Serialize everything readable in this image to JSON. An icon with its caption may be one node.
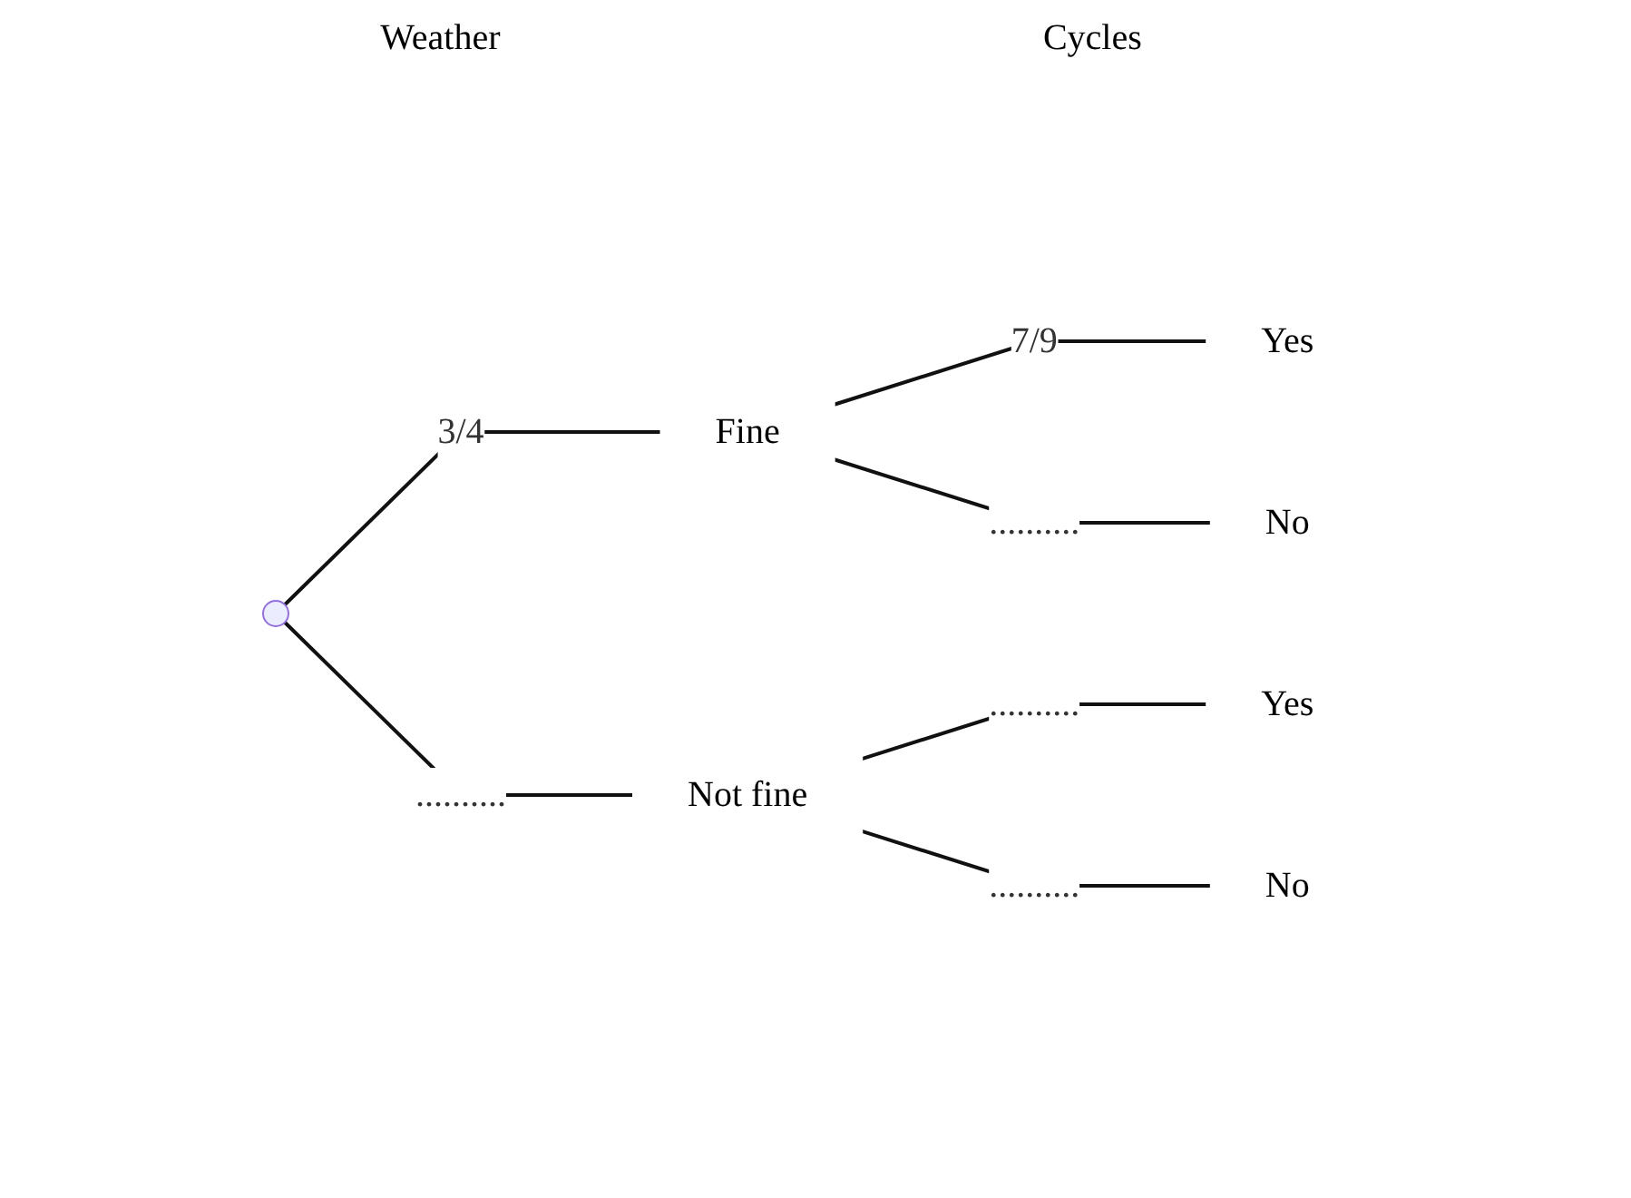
{
  "diagram": {
    "nodes": [
      {
        "text": [],
        "shape": "point"
      },
      {
        "text": [
          "Fine"
        ]
      },
      {
        "text": [
          "Not fine"
        ]
      },
      {
        "text": [
          "Yes"
        ]
      },
      {
        "text": [
          "No"
        ]
      },
      {
        "text": [
          "Yes"
        ]
      },
      {
        "text": [
          "No"
        ]
      }
    ],
    "edges": [
      {
        "from": 0,
        "to": 1,
        "arrow": "none",
        "label": "3/4"
      },
      {
        "from": 0,
        "to": 2,
        "arrow": "none",
        "label": ".........."
      },
      {
        "from": 1,
        "to": 3,
        "arrow": "none",
        "label": "7/9"
      },
      {
        "from": 1,
        "to": 4,
        "arrow": "none",
        "label": ".........."
      },
      {
        "from": 2,
        "to": 5,
        "arrow": "none",
        "label": ".........."
      },
      {
        "from": 2,
        "to": 6,
        "arrow": "none",
        "label": ".........."
      }
    ],
    "labels": [
      "Weather",
      "Cycles"
    ]
  }
}
